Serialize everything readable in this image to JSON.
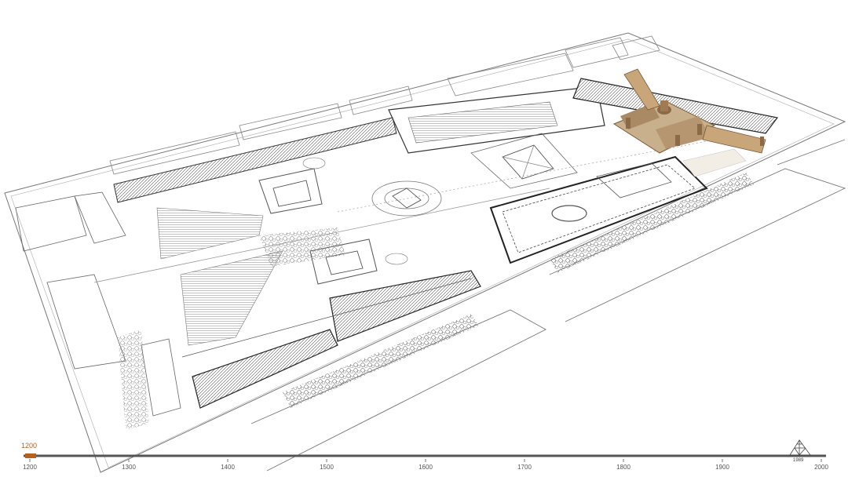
{
  "timeline": {
    "current_year": "1200",
    "ticks": [
      "1200",
      "1300",
      "1400",
      "1500",
      "1600",
      "1700",
      "1800",
      "1900",
      "2000"
    ],
    "pyramid_year": "1989",
    "accent_color": "#b5611e",
    "bar_color": "#555555"
  },
  "map": {
    "line_color": "#6a6a6a",
    "highlight_building": "medieval-louvre-castle"
  }
}
